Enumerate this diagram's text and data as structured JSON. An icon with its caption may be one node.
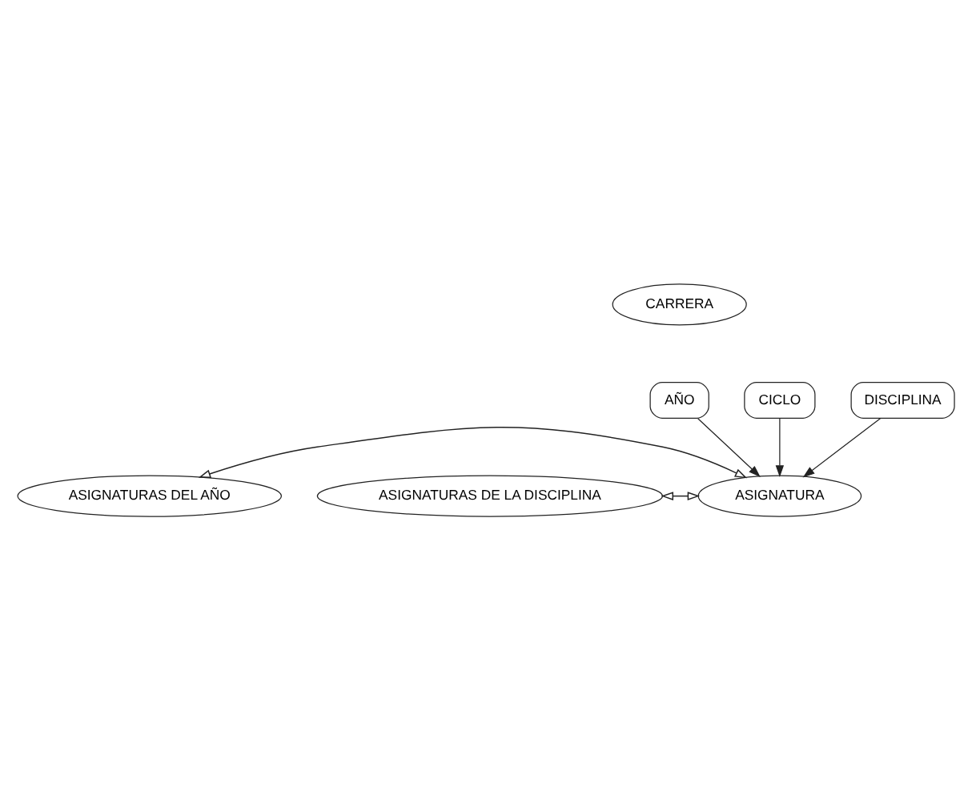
{
  "diagram": {
    "nodes": [
      {
        "text": [
          "CARRERA"
        ]
      },
      {
        "text": [
          "AÑO"
        ]
      },
      {
        "text": [
          "CICLO"
        ]
      },
      {
        "text": [
          "DISCIPLINA"
        ]
      },
      {
        "text": [
          "ASIGNATURAS DEL AÑO"
        ]
      },
      {
        "text": [
          "ASIGNATURAS DE LA DISCIPLINA"
        ]
      },
      {
        "text": [
          "ASIGNATURA"
        ]
      }
    ],
    "edges": [
      {
        "from": 1,
        "to": 6,
        "arrow": "to"
      },
      {
        "from": 2,
        "to": 6,
        "arrow": "to"
      },
      {
        "from": 3,
        "to": 6,
        "arrow": "to"
      },
      {
        "from": 4,
        "to": 6,
        "arrow": "both"
      },
      {
        "from": 5,
        "to": 6,
        "arrow": "both"
      }
    ]
  }
}
